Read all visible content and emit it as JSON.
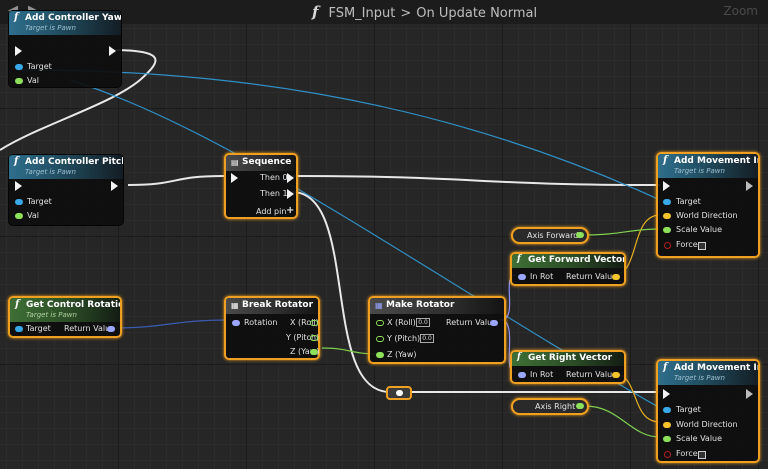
{
  "toolbar": {
    "back_icon": "back-arrow-icon",
    "forward_icon": "forward-arrow-icon",
    "function_glyph": "f",
    "graph_name": "FSM_Input",
    "separator": ">",
    "event_name": "On Update Normal",
    "zoom_label": "Zoom"
  },
  "nodes": {
    "add_yaw": {
      "title": "Add Controller Yaw Input",
      "subtitle": "Target is Pawn",
      "pins": [
        "Target",
        "Val"
      ]
    },
    "add_pitch": {
      "title": "Add Controller Pitch Input",
      "subtitle": "Target is Pawn",
      "pins": [
        "Target",
        "Val"
      ]
    },
    "sequence": {
      "title": "Sequence",
      "then0": "Then 0",
      "then1": "Then 1",
      "add_pin": "Add pin",
      "add_pin_glyph": "+"
    },
    "get_control_rotation": {
      "title": "Get Control Rotation",
      "subtitle": "Target is Pawn",
      "target": "Target",
      "return": "Return Value"
    },
    "break_rotator": {
      "title": "Break Rotator",
      "rotation": "Rotation",
      "x": "X (Roll)",
      "y": "Y (Pitch)",
      "z": "Z (Yaw)"
    },
    "make_rotator": {
      "title": "Make Rotator",
      "x": "X (Roll)",
      "y": "Y (Pitch)",
      "z": "Z (Yaw)",
      "x_val": "0.0",
      "y_val": "0.0",
      "return": "Return Value"
    },
    "get_forward_vector": {
      "title": "Get Forward Vector",
      "in": "In Rot",
      "return": "Return Value"
    },
    "get_right_vector": {
      "title": "Get Right Vector",
      "in": "In Rot",
      "return": "Return Value"
    },
    "add_movement_1": {
      "title": "Add Movement Input",
      "subtitle": "Target is Pawn",
      "target": "Target",
      "world": "World Direction",
      "scale": "Scale Value",
      "force": "Force"
    },
    "add_movement_2": {
      "title": "Add Movement Input",
      "subtitle": "Target is Pawn",
      "target": "Target",
      "world": "World Direction",
      "scale": "Scale Value",
      "force": "Force"
    }
  },
  "variables": {
    "axis_forward": "Axis Forward",
    "axis_right": "Axis Right"
  },
  "colors": {
    "exec": "#f2f2f2",
    "object_pin": "#3aa8e8",
    "float_pin": "#8ce05a",
    "vector_pin": "#f4c22a",
    "rotator_pin": "#9aa6ff",
    "selection": "#f0a020"
  }
}
